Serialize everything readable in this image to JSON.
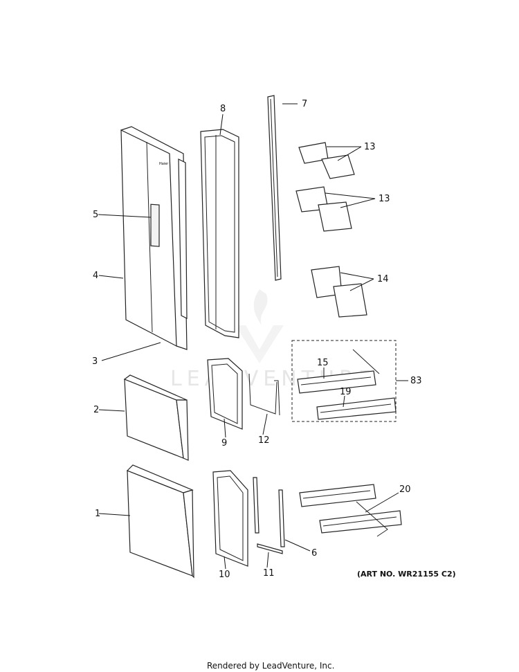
{
  "callouts": [
    "1",
    "2",
    "3",
    "4",
    "5",
    "6",
    "7",
    "8",
    "9",
    "10",
    "11",
    "12",
    "13",
    "13",
    "14",
    "15",
    "19",
    "20",
    "83"
  ],
  "art_number": "(ART NO. WR21155 C2)",
  "watermark_text": "LEADVENTURE",
  "footer_text": "Rendered by LeadVenture, Inc.",
  "colors": {
    "line": "#111111",
    "watermark": "#e6e6e6"
  }
}
